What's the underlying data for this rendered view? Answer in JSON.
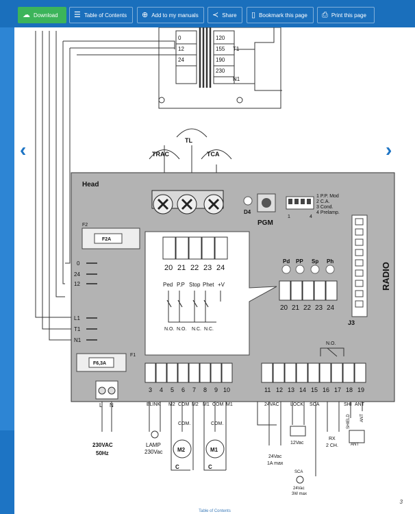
{
  "toolbar": {
    "download": "Download",
    "toc": "Table of Contents",
    "add": "Add to my manuals",
    "share": "Share",
    "bookmark": "Bookmark this page",
    "print": "Print this page"
  },
  "transformer": {
    "left": [
      "0",
      "12",
      "24"
    ],
    "right": [
      "120",
      "155",
      "190",
      "230"
    ],
    "t1": "T1",
    "n1": "N1"
  },
  "trimmers": {
    "tl": "TL",
    "trac": "TRAC",
    "tca": "TCA",
    "plus": "+",
    "minus": "-"
  },
  "board": {
    "head": "Head",
    "d4": "D4",
    "pgm": "PGM",
    "dip_legend": [
      "1 P.P. Mod",
      "2 C.A.",
      "3 Cond.",
      "4 Prelamp."
    ],
    "dip_nums": [
      "1",
      "4"
    ],
    "f2": "F2",
    "f2a": "F2A",
    "f1": "F1",
    "f63a": "F6,3A",
    "left_terms": [
      "0",
      "24",
      "12",
      "L1",
      "T1",
      "N1"
    ],
    "display_nums": [
      "20",
      "21",
      "22",
      "23",
      "24"
    ],
    "inputs": [
      "Ped",
      "P.P",
      "Stop",
      "Phet",
      "+V"
    ],
    "contacts": [
      "N.O.",
      "N.O.",
      "N.C.",
      "N.C."
    ],
    "leds": [
      "Pd",
      "PP",
      "Sp",
      "Ph"
    ],
    "radio": "RADIO",
    "j3": "J3",
    "no": "N.O.",
    "term_left": [
      "3",
      "4",
      "5",
      "6",
      "7",
      "8",
      "9",
      "10"
    ],
    "term_right": [
      "11",
      "12",
      "13",
      "14",
      "15",
      "16",
      "17",
      "18",
      "19"
    ],
    "power_terms": [
      "L",
      "N"
    ]
  },
  "bottom": {
    "blink": "BLINK",
    "m2": "M2",
    "com": "COM",
    "m1": "M1",
    "vac24": "24VAC",
    "lock": "LOCK",
    "sca": "SCA",
    "shi": "SHI",
    "ant": "ANT",
    "vac230": "230VAC",
    "hz50": "50Hz",
    "lamp": "LAMP",
    "lamp_v": "230Vac",
    "com_label": "COM.",
    "m2_motor": "M2",
    "m1_motor": "M1",
    "c": "C",
    "v24": "24Vac",
    "amax": "1A max",
    "v12": "12Vac",
    "rx": "RX",
    "ch2": "2 CH.",
    "shield": "SHIELD",
    "ant_lbl": "ANT",
    "ant_box": "ANT",
    "sca_lamp": "SCA",
    "sca_v": "24Vac",
    "sca_w": "3W max"
  },
  "footer": {
    "page": "3",
    "toc": "Table of Contents"
  },
  "colors": {
    "board": "#b3b3b3",
    "toolbar": "#1a6fbc",
    "download": "#3cb45a",
    "accent": "#1d74c4"
  }
}
